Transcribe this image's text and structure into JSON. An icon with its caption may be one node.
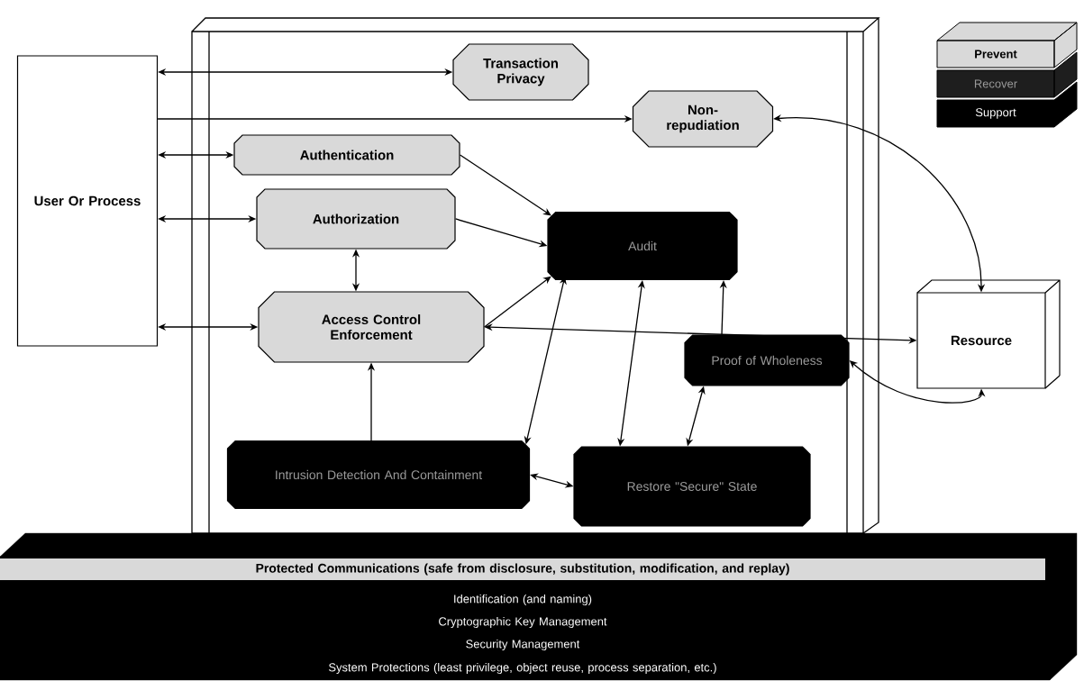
{
  "diagram": {
    "nodes": [
      {
        "text": [
          "User Or Process"
        ]
      },
      {
        "text": [
          "Transaction Privacy"
        ]
      },
      {
        "text": [
          "Non-repudiation"
        ]
      },
      {
        "text": [
          "Authentication"
        ]
      },
      {
        "text": [
          "Authorization"
        ]
      },
      {
        "text": [
          "Access Control Enforcement"
        ]
      },
      {
        "text": [
          "Audit"
        ]
      },
      {
        "text": [
          "Proof of Wholeness"
        ]
      },
      {
        "text": [
          "Intrusion Detection And Containment"
        ]
      },
      {
        "text": [
          "Restore \"Secure\" State"
        ]
      },
      {
        "text": [
          "Resource"
        ]
      },
      {
        "text": [
          "Protected Communications (safe from disclosure, substitution, modification, and replay)"
        ]
      },
      {
        "text": [
          "Identification (and naming)"
        ]
      },
      {
        "text": [
          "Cryptographic Key Management"
        ]
      },
      {
        "text": [
          "Security Management"
        ]
      },
      {
        "text": [
          "System Protections (least privilege, object reuse, process separation, etc.)"
        ]
      }
    ],
    "edges": [
      {
        "from": 0,
        "to": 1,
        "arrow": "both"
      },
      {
        "from": 0,
        "to": 2,
        "arrow": "to"
      },
      {
        "from": 0,
        "to": 3,
        "arrow": "both"
      },
      {
        "from": 0,
        "to": 4,
        "arrow": "both"
      },
      {
        "from": 0,
        "to": 5,
        "arrow": "both"
      },
      {
        "from": 3,
        "to": 6,
        "arrow": "to"
      },
      {
        "from": 4,
        "to": 6,
        "arrow": "to"
      },
      {
        "from": 4,
        "to": 5,
        "arrow": "both"
      },
      {
        "from": 5,
        "to": 6,
        "arrow": "to"
      },
      {
        "from": 5,
        "to": 10,
        "arrow": "both"
      },
      {
        "from": 2,
        "to": 10,
        "arrow": "both"
      },
      {
        "from": 8,
        "to": 5,
        "arrow": "to"
      },
      {
        "from": 8,
        "to": 6,
        "arrow": "both"
      },
      {
        "from": 8,
        "to": 9,
        "arrow": "both"
      },
      {
        "from": 9,
        "to": 6,
        "arrow": "both"
      },
      {
        "from": 9,
        "to": 7,
        "arrow": "both"
      },
      {
        "from": 7,
        "to": 6,
        "arrow": "to"
      },
      {
        "from": 7,
        "to": 10,
        "arrow": "both"
      }
    ],
    "legend": [
      {
        "text": "Prevent",
        "color": "#d9d9d9"
      },
      {
        "text": "Recover",
        "color": "#1e1e1e"
      },
      {
        "text": "Support",
        "color": "#000000"
      }
    ]
  }
}
